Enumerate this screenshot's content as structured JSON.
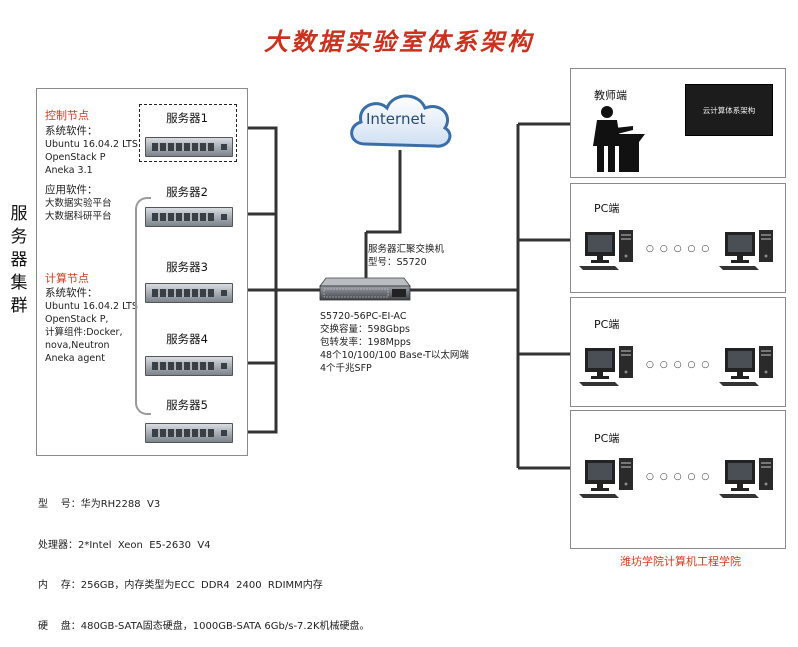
{
  "title": "大数据实验室体系架构",
  "cluster": {
    "vertical_label": [
      "服",
      "务",
      "器",
      "集",
      "群"
    ],
    "control": {
      "title": "控制节点",
      "lines": [
        "系统软件：",
        "Ubuntu 16.04.2 LTS",
        "OpenStack P",
        "Aneka 3.1"
      ]
    },
    "app": {
      "lines": [
        "应用软件：",
        "大数据实验平台",
        "大数据科研平台"
      ]
    },
    "compute": {
      "title": "计算节点",
      "lines": [
        "系统软件：",
        "Ubuntu 16.04.2 LTS",
        "OpenStack P,",
        "计算组件:Docker,",
        "nova,Neutron",
        "Aneka agent"
      ]
    },
    "servers": [
      "服务器1",
      "服务器2",
      "服务器3",
      "服务器4",
      "服务器5"
    ]
  },
  "internet": {
    "label": "Internet"
  },
  "switch": {
    "top_lines": [
      "服务器汇聚交换机",
      "型号：S5720"
    ],
    "bottom_lines": [
      "S5720-56PC-EI-AC",
      "交换容量：598Gbps",
      "包转发率：198Mpps",
      "48个10/100/100 Base-T以太网端",
      "4个千兆SFP"
    ]
  },
  "teacher": {
    "label": "教师端",
    "screen_text": "云计算体系架构"
  },
  "pc_groups": [
    {
      "label": "PC端",
      "dots": "○○○○○"
    },
    {
      "label": "PC端",
      "dots": "○○○○○"
    },
    {
      "label": "PC端",
      "dots": "○○○○○"
    }
  ],
  "specs": [
    "型    号：华为RH2288  V3",
    "处理器：2*Intel  Xeon  E5-2630  V4",
    "内    存：256GB，内存类型为ECC  DDR4  2400  RDIMM内存",
    "硬    盘：480GB-SATA固态硬盘，1000GB-SATA 6Gb/s-7.2K机械硬盘。"
  ],
  "footer": "潍坊学院计算机工程学院",
  "colors": {
    "title": "#c8321e",
    "accent": "#d23c1e",
    "line": "#333333"
  }
}
